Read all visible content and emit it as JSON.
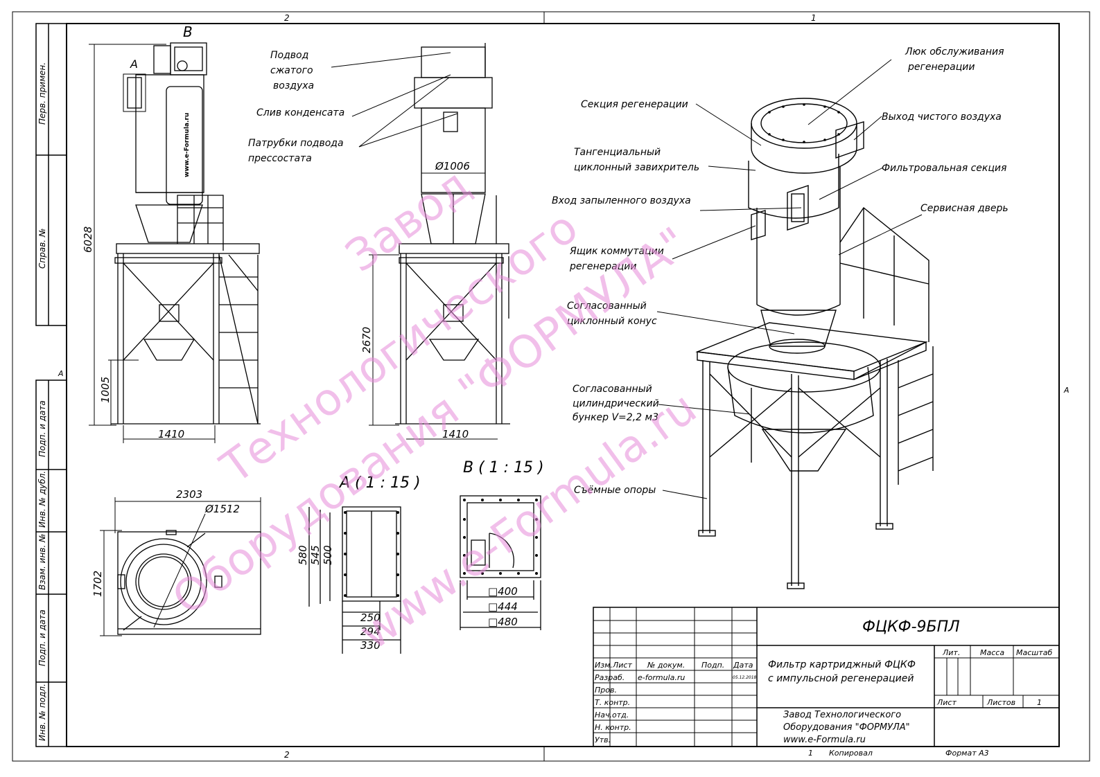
{
  "zone_numbers": {
    "top_left": "2",
    "top_right": "1",
    "bottom_left": "2",
    "bottom_right": "1",
    "side_left": "А",
    "side_right": "А"
  },
  "side_stamps": [
    "Перв. примен.",
    "Справ. №",
    "Подп. и дата",
    "Инв. № дубл.",
    "Взам. инв. №",
    "Подп. и дата",
    "Инв. № подл."
  ],
  "view_letters": {
    "b": "В",
    "a": "А"
  },
  "callouts_left": [
    {
      "lines": [
        "Подвод",
        "сжатого",
        "воздуха"
      ]
    },
    {
      "lines": [
        "Слив конденсата"
      ]
    },
    {
      "lines": [
        "Патрубки подвода",
        "прессостата"
      ]
    }
  ],
  "callouts_right": [
    {
      "lines": [
        "Люк обслуживания",
        "регенерации"
      ]
    },
    {
      "lines": [
        "Секция регенерации"
      ]
    },
    {
      "lines": [
        "Выход чистого воздуха"
      ]
    },
    {
      "lines": [
        "Тангенциальный",
        "циклонный завихритель"
      ]
    },
    {
      "lines": [
        "Фильтровальная секция"
      ]
    },
    {
      "lines": [
        "Вход запыленного воздуха"
      ]
    },
    {
      "lines": [
        "Сервисная дверь"
      ]
    },
    {
      "lines": [
        "Ящик коммутации",
        "регенерации"
      ]
    },
    {
      "lines": [
        "Согласованный",
        "циклонный конус"
      ]
    },
    {
      "lines": [
        "Согласованный",
        "цилиндрический",
        "бункер V=2,2 м3"
      ]
    },
    {
      "lines": [
        "Съёмные опоры"
      ]
    }
  ],
  "dimensions": {
    "height_total": "6028",
    "leg_height": "1005",
    "width_front": "1410",
    "dia_body": "Ø1006",
    "height_side": "2670",
    "width_side": "1410",
    "plan_width": "2303",
    "plan_dia": "Ø1512",
    "plan_depth": "1702",
    "detail_a_1": "580",
    "detail_a_2": "545",
    "detail_a_3": "500",
    "detail_a_w1": "250",
    "detail_a_w2": "294",
    "detail_a_w3": "330",
    "detail_b_1": "□400",
    "detail_b_2": "□444",
    "detail_b_3": "□480"
  },
  "view_titles": {
    "a": "А ( 1 : 15 )",
    "b": "В ( 1 : 15 )"
  },
  "body_label": "www.e-Formula.ru",
  "watermark": {
    "line1": "Завод",
    "line2": "Технологического",
    "line3": "Оборудования \"ФОРМУЛА\"",
    "line4": "www.e-Formula.ru"
  },
  "title_block": {
    "designation": "ФЦКФ-9БПЛ",
    "name_line1": "Фильтр картриджный ФЦКФ",
    "name_line2": "с импульсной регенерацией",
    "org_line1": "Завод Технологического",
    "org_line2": "Оборудования \"ФОРМУЛА\"",
    "org_line3": "www.e-Formula.ru",
    "col_izm": "Изм.",
    "col_list": "Лист",
    "col_doc": "№ докум.",
    "col_podp": "Подп.",
    "col_date": "Дата",
    "row_razrab": "Разраб.",
    "razrab_name": "e-formula.ru",
    "razrab_date": "05.12.2018",
    "row_prov": "Пров.",
    "row_tkontr": "Т. контр.",
    "row_nachotd": "Нач.отд.",
    "row_nkontr": "Н. контр.",
    "row_utv": "Утв.",
    "lit": "Лит.",
    "massa": "Масса",
    "masshtab": "Масштаб",
    "list_label": "Лист",
    "listov_label": "Листов",
    "listov_value": "1",
    "copied": "Копировал",
    "format": "Формат А3",
    "bottom_num": "1"
  }
}
